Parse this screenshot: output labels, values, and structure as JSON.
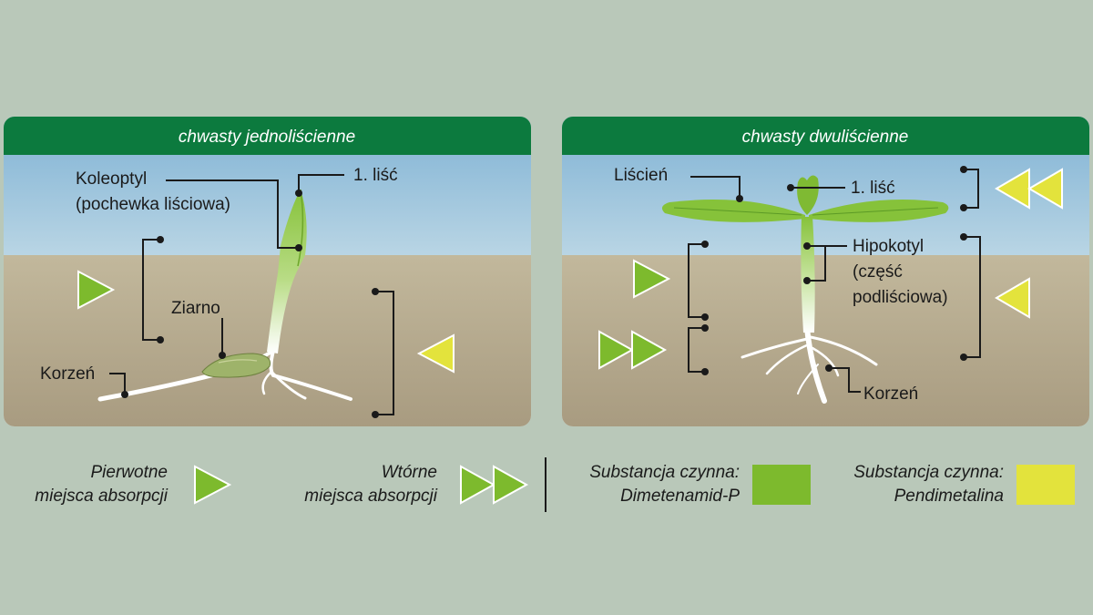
{
  "panels": {
    "monocot": {
      "header": "chwasty jednoliścienne",
      "labels": {
        "koleoptyl_1": "Koleoptyl",
        "koleoptyl_2": "(pochewka liściowa)",
        "first_leaf": "1. liść",
        "seed": "Ziarno",
        "root": "Korzeń"
      }
    },
    "dicot": {
      "header": "chwasty dwuliścienne",
      "labels": {
        "cotyledon": "Liścień",
        "first_leaf": "1. liść",
        "hypocotyl_1": "Hipokotyl",
        "hypocotyl_2": "(część",
        "hypocotyl_3": "podliściowa)",
        "root": "Korzeń"
      }
    }
  },
  "legend": {
    "primary_1": "Pierwotne",
    "primary_2": "miejsca absorpcji",
    "secondary_1": "Wtórne",
    "secondary_2": "miejsca absorpcji",
    "substance_a_1": "Substancja czynna:",
    "substance_a_2": "Dimetenamid-P",
    "substance_b_1": "Substancja czynna:",
    "substance_b_2": "Pendimetalina"
  },
  "colors": {
    "header_green": "#0c7a3e",
    "primary_green": "#7dba2d",
    "secondary_yellow": "#e3e33c",
    "soil": "#b8ad92",
    "sky": "#9ec6dd"
  }
}
